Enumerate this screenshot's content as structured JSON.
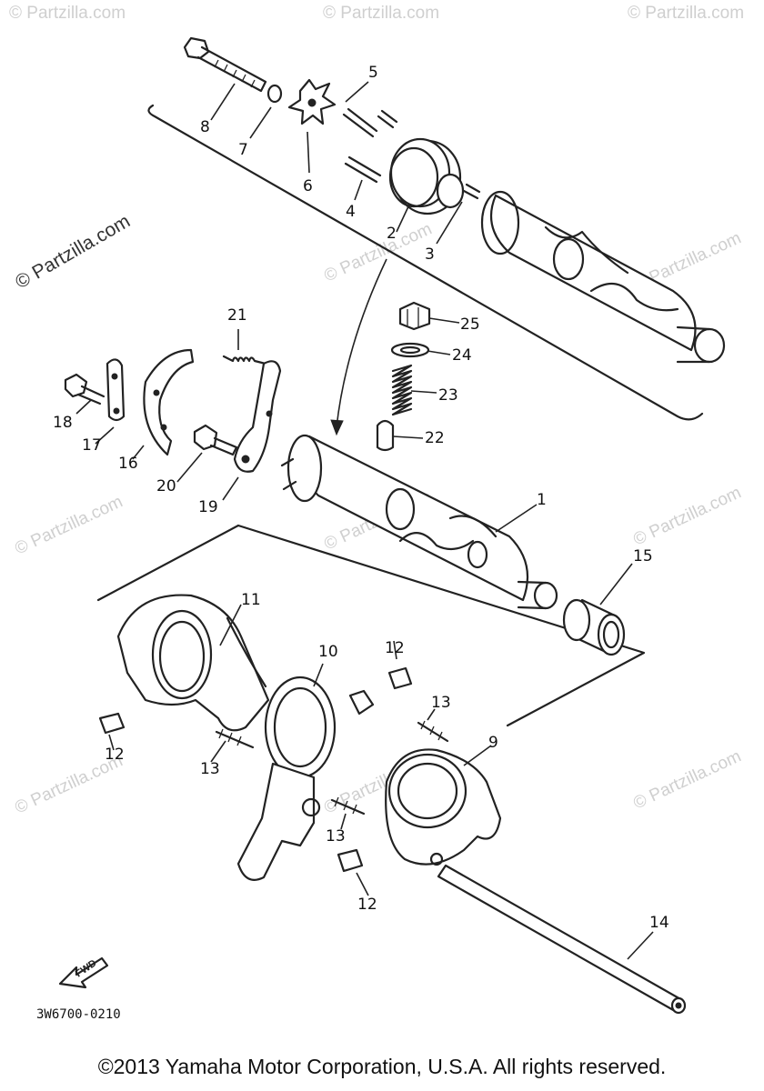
{
  "watermark": {
    "main": "© Partzilla.com",
    "faint": "© Partzilla.com"
  },
  "callouts": {
    "p1": "1",
    "p2": "2",
    "p3": "3",
    "p4": "4",
    "p5": "5",
    "p6": "6",
    "p7": "7",
    "p8": "8",
    "p9": "9",
    "p10": "10",
    "p11": "11",
    "p12a": "12",
    "p12b": "12",
    "p12c": "12",
    "p13a": "13",
    "p13b": "13",
    "p13c": "13",
    "p14": "14",
    "p15": "15",
    "p16": "16",
    "p17": "17",
    "p18": "18",
    "p19": "19",
    "p20": "20",
    "p21": "21",
    "p22": "22",
    "p23": "23",
    "p24": "24",
    "p25": "25"
  },
  "front_arrow_label": "FWD",
  "diagram_code": "3W6700-0210",
  "copyright": "©2013  Yamaha Motor Corporation, U.S.A. All rights reserved."
}
